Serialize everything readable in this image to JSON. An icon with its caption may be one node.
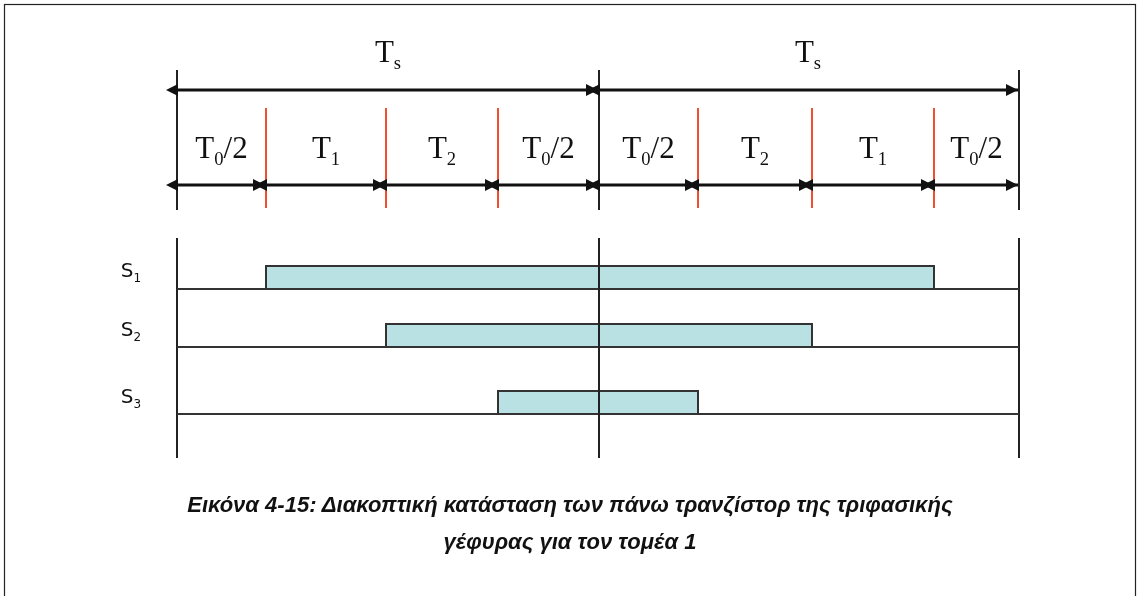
{
  "diagram": {
    "caption": "Εικόνα 4-15: Διακοπτική κατάσταση των πάνω τρανζίστορ της τριφασικής γέφυρας για τον τομέα 1",
    "labels": [
      "T$_{s}$",
      "T$_{s}$",
      "T$_{0}$/2",
      "T$_{1}$",
      "T$_{2}$",
      "T$_{0}$/2",
      "T$_{0}$/2",
      "T$_{2}$",
      "T$_{1}$",
      "T$_{0}$/2",
      "S$_{1}$",
      "S$_{2}$",
      "S$_{3}$"
    ]
  }
}
